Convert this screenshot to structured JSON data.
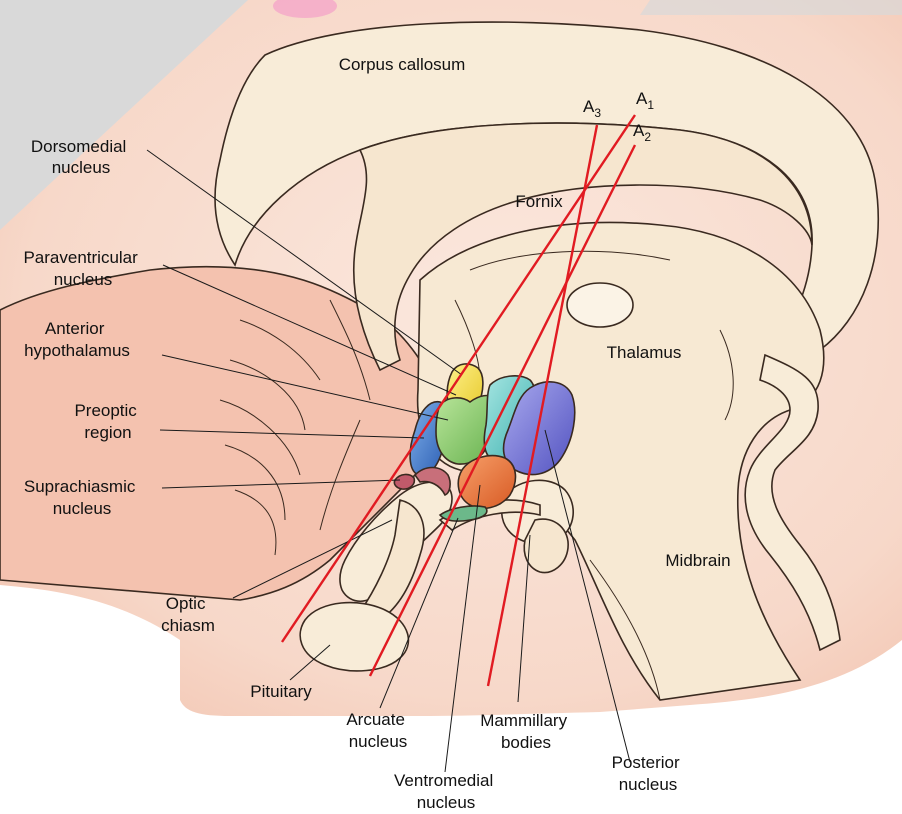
{
  "regions": {
    "corpus_callosum": "Corpus callosum",
    "fornix": "Fornix",
    "thalamus": "Thalamus",
    "midbrain": "Midbrain"
  },
  "planes": {
    "a1": {
      "letter": "A",
      "sub": "1"
    },
    "a2": {
      "letter": "A",
      "sub": "2"
    },
    "a3": {
      "letter": "A",
      "sub": "3"
    }
  },
  "labels": {
    "dorsomedial": [
      "Dorsomedial",
      "nucleus"
    ],
    "paraventricular": [
      "Paraventricular",
      "nucleus"
    ],
    "anterior_hypothalamus": [
      "Anterior",
      "hypothalamus"
    ],
    "preoptic": [
      "Preoptic",
      "region"
    ],
    "suprachiasmic": [
      "Suprachiasmic",
      "nucleus"
    ],
    "optic_chiasm": [
      "Optic",
      "chiasm"
    ],
    "pituitary": [
      "Pituitary"
    ],
    "arcuate": [
      "Arcuate",
      "nucleus"
    ],
    "mammillary": [
      "Mammillary",
      "bodies"
    ],
    "ventromedial": [
      "Ventromedial",
      "nucleus"
    ],
    "posterior": [
      "Posterior",
      "nucleus"
    ]
  },
  "colors": {
    "background_pink": "#f6d6c8",
    "tissue_cream": "#f8ecd8",
    "cut_lines": "#e11b22",
    "dorsomedial": "#f2e24a",
    "paraventricular": "#8fcf6e",
    "anterior_hypothalamus": "#5fc7c4",
    "preoptic": "#3a78c8",
    "posterior": "#6f6fd0",
    "ventromedial": "#e8743a",
    "suprachiasmic": "#c05a6a",
    "arcuate": "#5fb07a"
  }
}
